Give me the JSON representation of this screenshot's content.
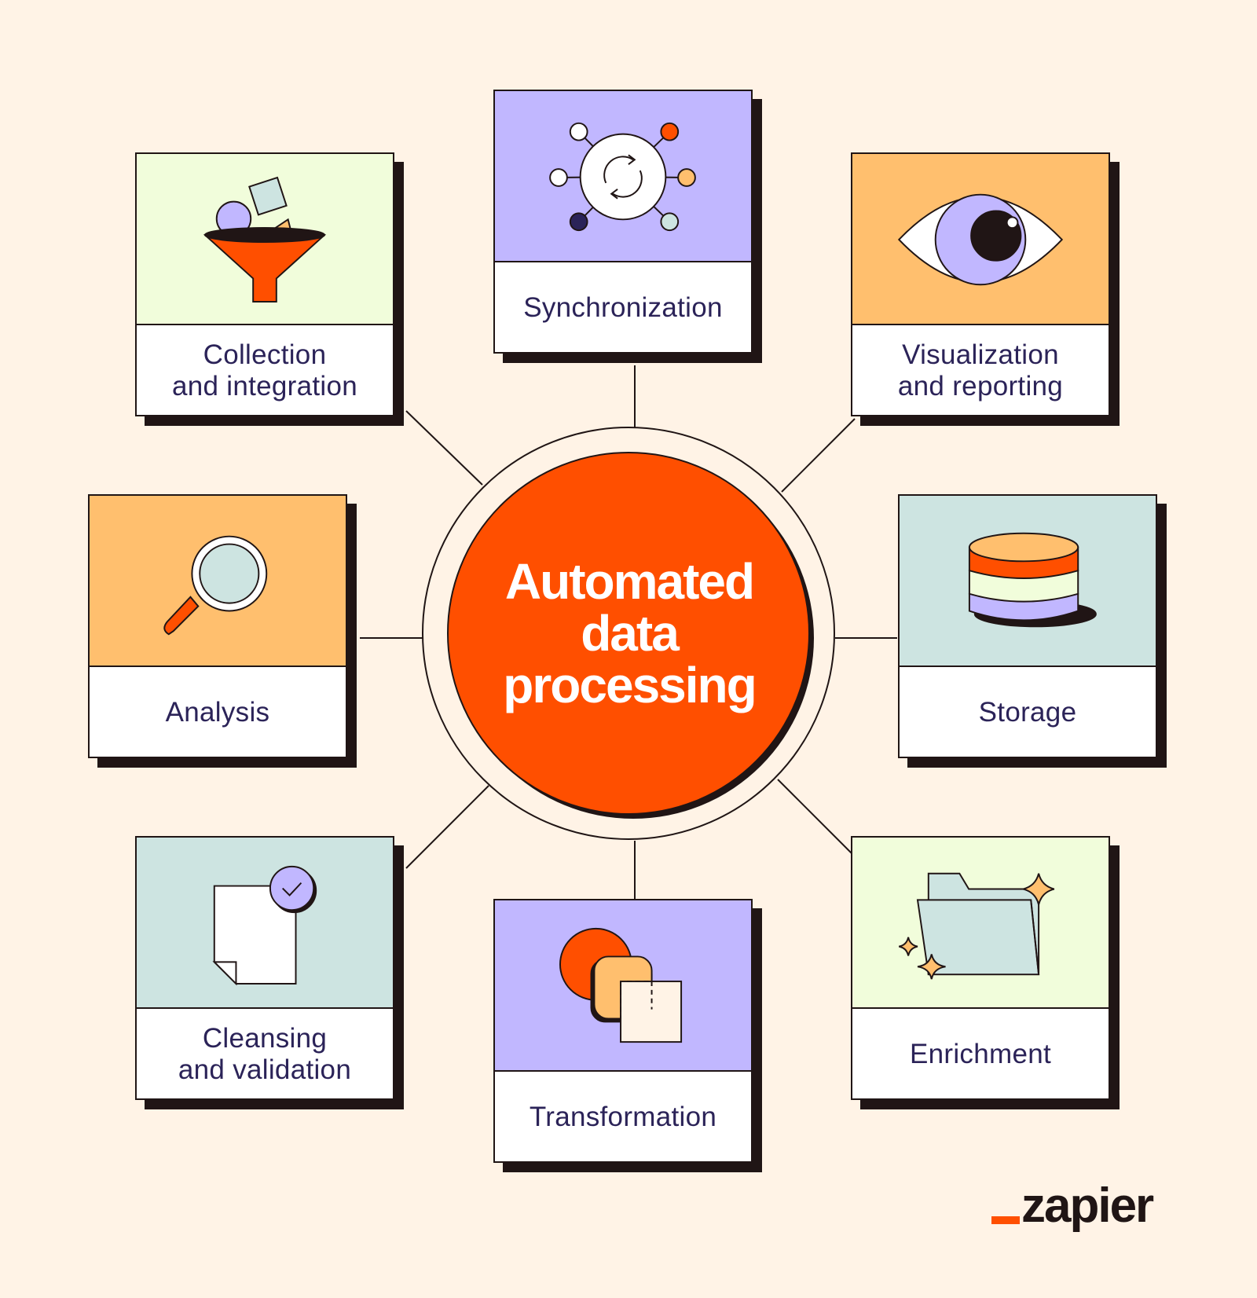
{
  "title": "Automated\ndata\nprocessing",
  "colors": {
    "background": "#FFF3E6",
    "accent_orange": "#FF4F00",
    "outline": "#201515",
    "text": "#2B2358",
    "lavender": "#C1B7FF",
    "peach": "#FFBF6E",
    "mint": "#CDE4E1",
    "lime": "#F1FDDB"
  },
  "steps": [
    {
      "label": "Synchronization",
      "icon": "sync-network-icon"
    },
    {
      "label": "Collection\nand integration",
      "icon": "funnel-icon"
    },
    {
      "label": "Visualization\nand reporting",
      "icon": "eye-icon"
    },
    {
      "label": "Analysis",
      "icon": "magnifying-glass-icon"
    },
    {
      "label": "Storage",
      "icon": "database-icon"
    },
    {
      "label": "Cleansing\nand validation",
      "icon": "document-check-icon"
    },
    {
      "label": "Transformation",
      "icon": "shapes-transform-icon"
    },
    {
      "label": "Enrichment",
      "icon": "sparkle-folder-icon"
    }
  ],
  "brand": {
    "logo_text": "zapier"
  }
}
